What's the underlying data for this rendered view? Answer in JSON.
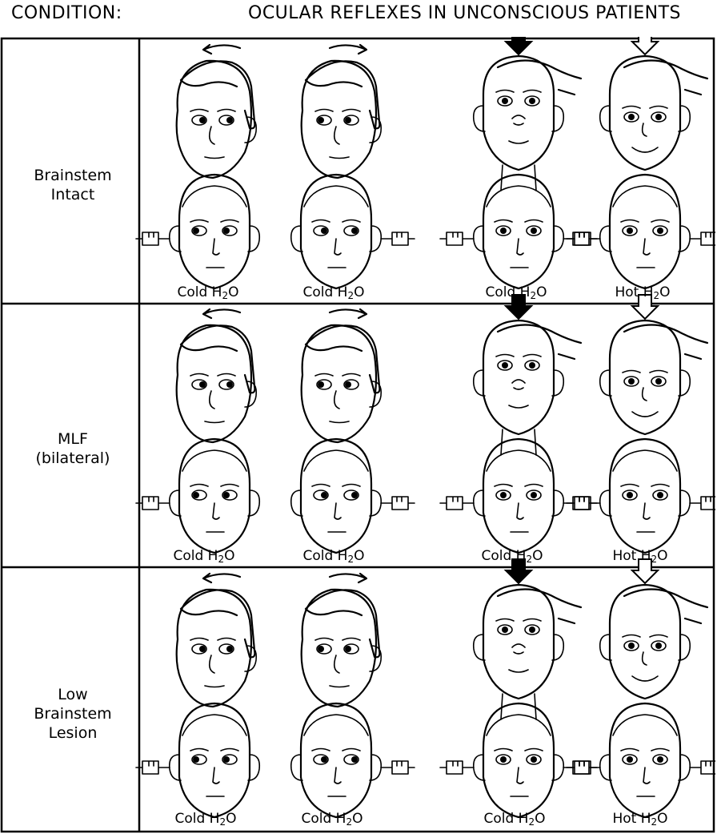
{
  "header": {
    "condition_label": "CONDITION:",
    "title": "OCULAR REFLEXES IN UNCONSCIOUS PATIENTS"
  },
  "rows": [
    {
      "condition": [
        "Brainstem",
        "Intact"
      ],
      "captions": [
        {
          "pre": "Cold H",
          "sub": "2",
          "post": "O"
        },
        {
          "pre": "Cold H",
          "sub": "2",
          "post": "O"
        },
        {
          "pre": "Cold H",
          "sub": "2",
          "post": "O"
        },
        {
          "pre": "Hot H",
          "sub": "2",
          "post": "O"
        }
      ]
    },
    {
      "condition": [
        "MLF",
        "(bilateral)"
      ],
      "captions": [
        {
          "pre": "Cold H",
          "sub": "2",
          "post": "O"
        },
        {
          "pre": "Cold H",
          "sub": "2",
          "post": "O"
        },
        {
          "pre": "Cold H",
          "sub": "2",
          "post": "O"
        },
        {
          "pre": "Hot H",
          "sub": "2",
          "post": "O"
        }
      ]
    },
    {
      "condition": [
        "Low",
        "Brainstem",
        "Lesion"
      ],
      "captions": [
        {
          "pre": "Cold H",
          "sub": "2",
          "post": "O"
        },
        {
          "pre": "Cold H",
          "sub": "2",
          "post": "O"
        },
        {
          "pre": "Cold H",
          "sub": "2",
          "post": "O"
        },
        {
          "pre": "Hot H",
          "sub": "2",
          "post": "O"
        }
      ]
    }
  ]
}
